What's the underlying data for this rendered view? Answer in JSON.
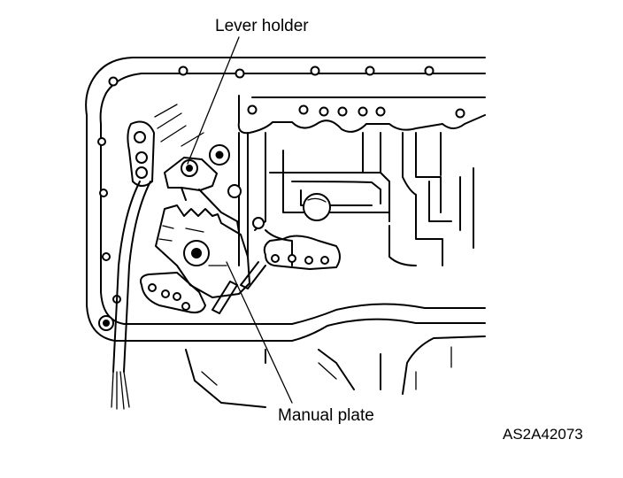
{
  "labels": {
    "lever_holder": "Lever holder",
    "manual_plate": "Manual plate",
    "figure_code": "AS2A42073"
  },
  "colors": {
    "ink": "#000000",
    "paper": "#ffffff"
  }
}
